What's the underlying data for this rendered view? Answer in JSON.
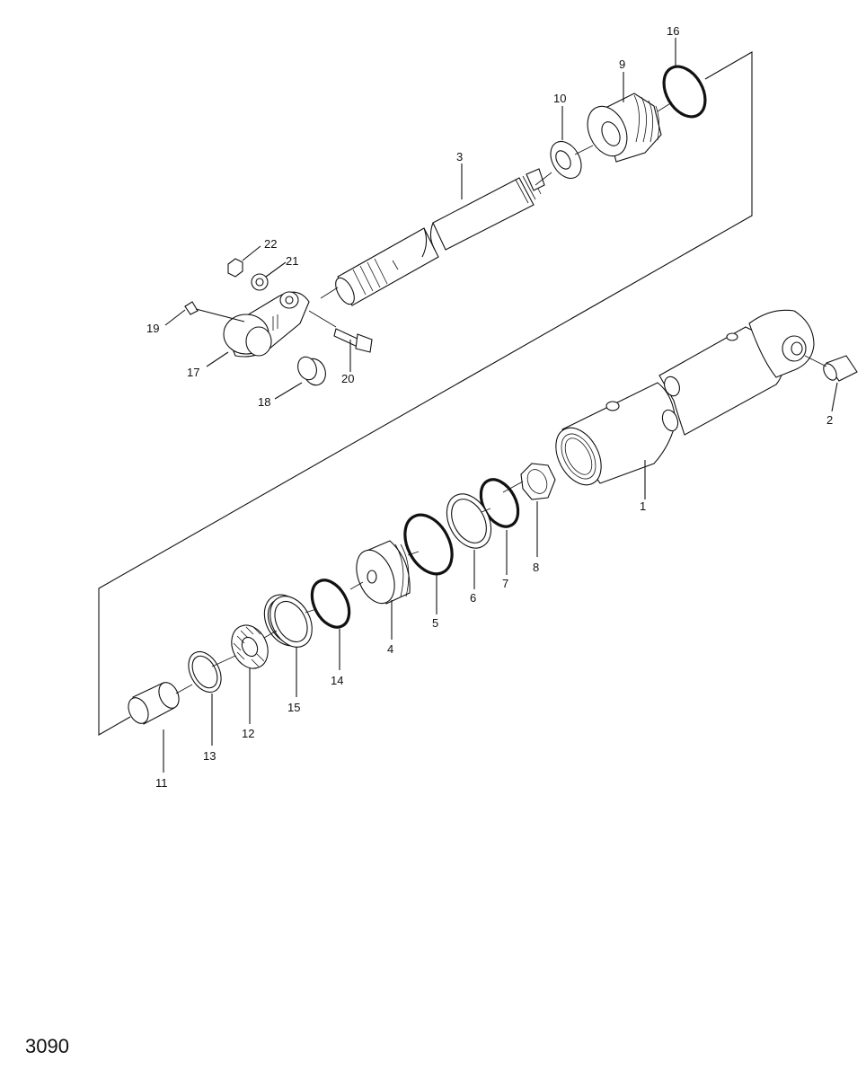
{
  "figure_number": "3090",
  "callouts": [
    {
      "id": "1",
      "text": "1"
    },
    {
      "id": "2",
      "text": "2"
    },
    {
      "id": "3",
      "text": "3"
    },
    {
      "id": "4",
      "text": "4"
    },
    {
      "id": "5",
      "text": "5"
    },
    {
      "id": "6",
      "text": "6"
    },
    {
      "id": "7",
      "text": "7"
    },
    {
      "id": "8",
      "text": "8"
    },
    {
      "id": "9",
      "text": "9"
    },
    {
      "id": "10",
      "text": "10"
    },
    {
      "id": "11",
      "text": "11"
    },
    {
      "id": "12",
      "text": "12"
    },
    {
      "id": "13",
      "text": "13"
    },
    {
      "id": "14",
      "text": "14"
    },
    {
      "id": "15",
      "text": "15"
    },
    {
      "id": "16",
      "text": "16"
    },
    {
      "id": "17",
      "text": "17"
    },
    {
      "id": "18",
      "text": "18"
    },
    {
      "id": "19",
      "text": "19"
    },
    {
      "id": "20",
      "text": "20"
    },
    {
      "id": "21",
      "text": "21"
    },
    {
      "id": "22",
      "text": "22"
    }
  ]
}
